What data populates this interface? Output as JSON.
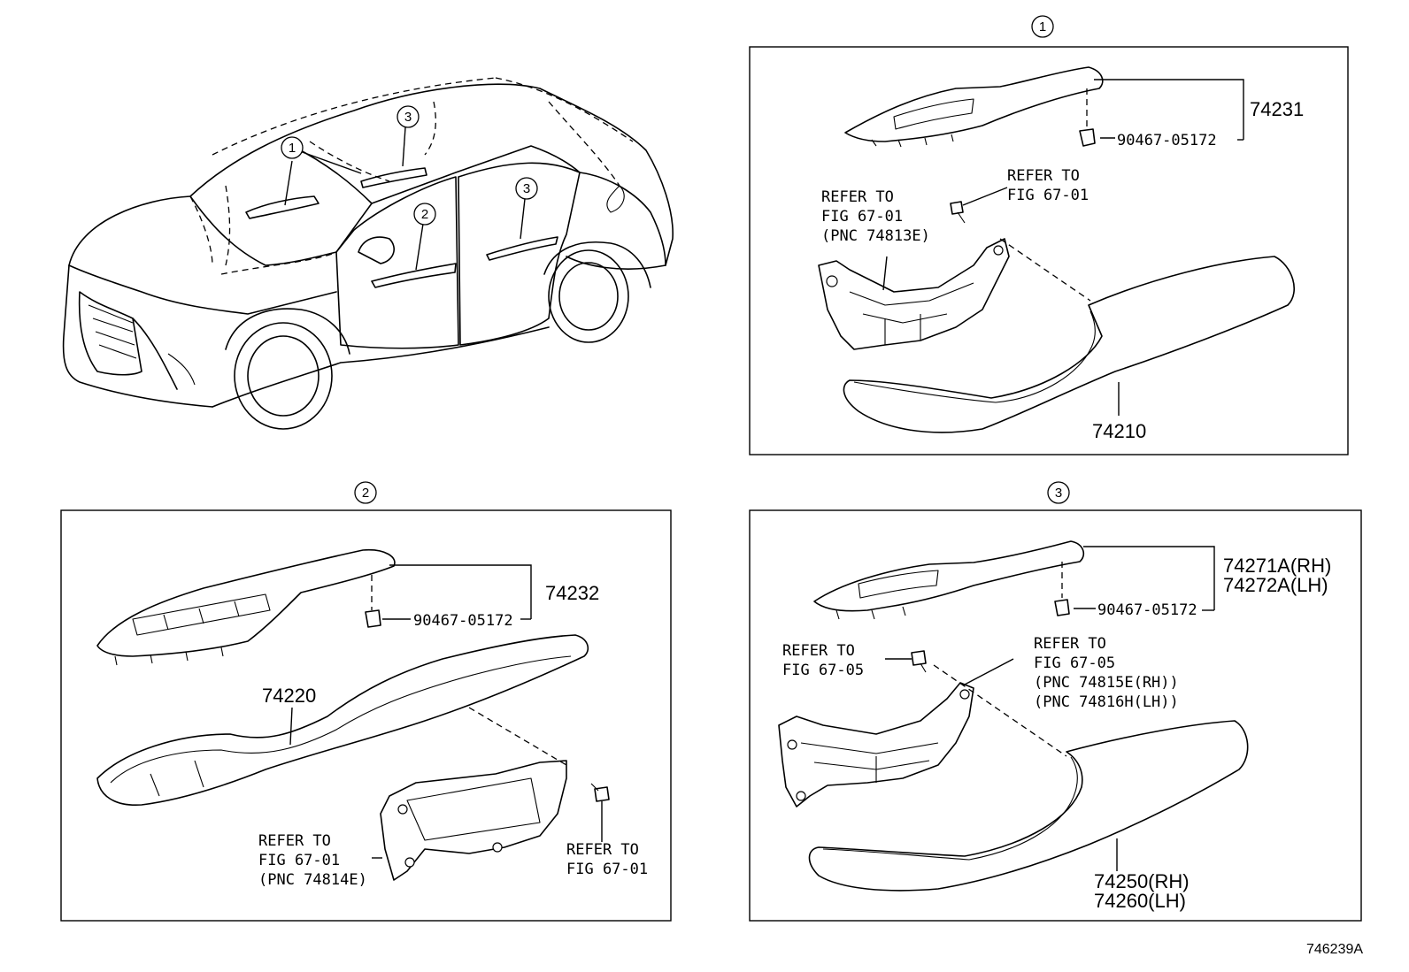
{
  "callouts": [
    "1",
    "2",
    "3"
  ],
  "panel_1": {
    "callout": "1",
    "parts": {
      "switch_bezel": "74231",
      "clip": "90467-05172",
      "armrest": "74210"
    },
    "refer_left": [
      "REFER TO",
      "FIG 67-01",
      "(PNC 74813E)"
    ],
    "refer_bolt": [
      "REFER TO",
      "FIG 67-01"
    ]
  },
  "panel_2": {
    "callout": "2",
    "parts": {
      "switch_bezel": "74232",
      "clip": "90467-05172",
      "armrest": "74220"
    },
    "refer_bracket": [
      "REFER TO",
      "FIG 67-01",
      "(PNC 74814E)"
    ],
    "refer_bolt": [
      "REFER TO",
      "FIG 67-01"
    ]
  },
  "panel_3": {
    "callout": "3",
    "parts": {
      "switch_bezel_rh": "74271A(RH)",
      "switch_bezel_lh": "74272A(LH)",
      "clip": "90467-05172",
      "armrest_rh": "74250(RH)",
      "armrest_lh": "74260(LH)"
    },
    "refer_bolt": [
      "REFER TO",
      "FIG 67-05"
    ],
    "refer_bracket": [
      "REFER TO",
      "FIG 67-05",
      "(PNC 74815E(RH))",
      "(PNC 74816H(LH))"
    ]
  },
  "figure_id": "746239A"
}
